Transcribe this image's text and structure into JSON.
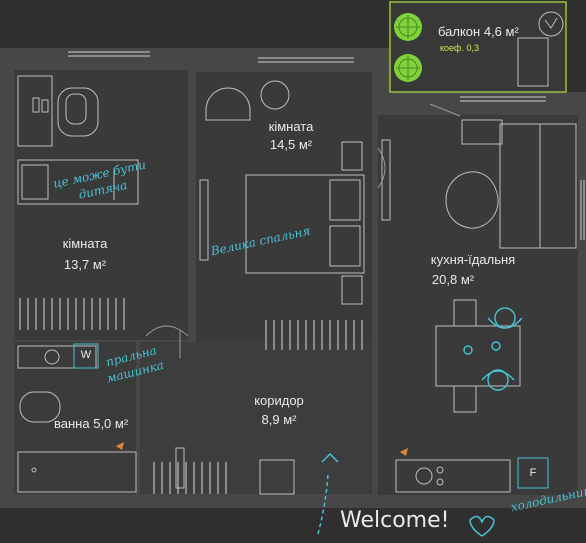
{
  "rooms": {
    "balcony": {
      "name": "балкон",
      "area": "4,6 м²",
      "coef": "коеф. 0,3"
    },
    "room_left": {
      "name": "кімната",
      "area": "13,7 м²"
    },
    "room_mid": {
      "name": "кімната",
      "area": "14,5 м²"
    },
    "kitchen": {
      "name": "кухня-їдальня",
      "area": "20,8 м²"
    },
    "corridor": {
      "name": "коридор",
      "area": "8,9 м²"
    },
    "bath": {
      "name": "ванна",
      "area": "5,0 м²"
    }
  },
  "notes": {
    "child": [
      "це може бути",
      "дитяча"
    ],
    "bedroom": "Велика спальня",
    "washer": [
      "пральна",
      "машинка"
    ],
    "fridge": "холодильник",
    "welcome": "Welcome!"
  },
  "appliances": {
    "washer_mark": "W",
    "fridge_mark": "F"
  },
  "colors": {
    "background": "#2f2f2f",
    "walls": "#4a4a4a",
    "floor": "#3d3d3d",
    "accent_handwriting": "#46c3d6",
    "balcony_border": "#9bc23a",
    "plant": "#7ed23a"
  }
}
